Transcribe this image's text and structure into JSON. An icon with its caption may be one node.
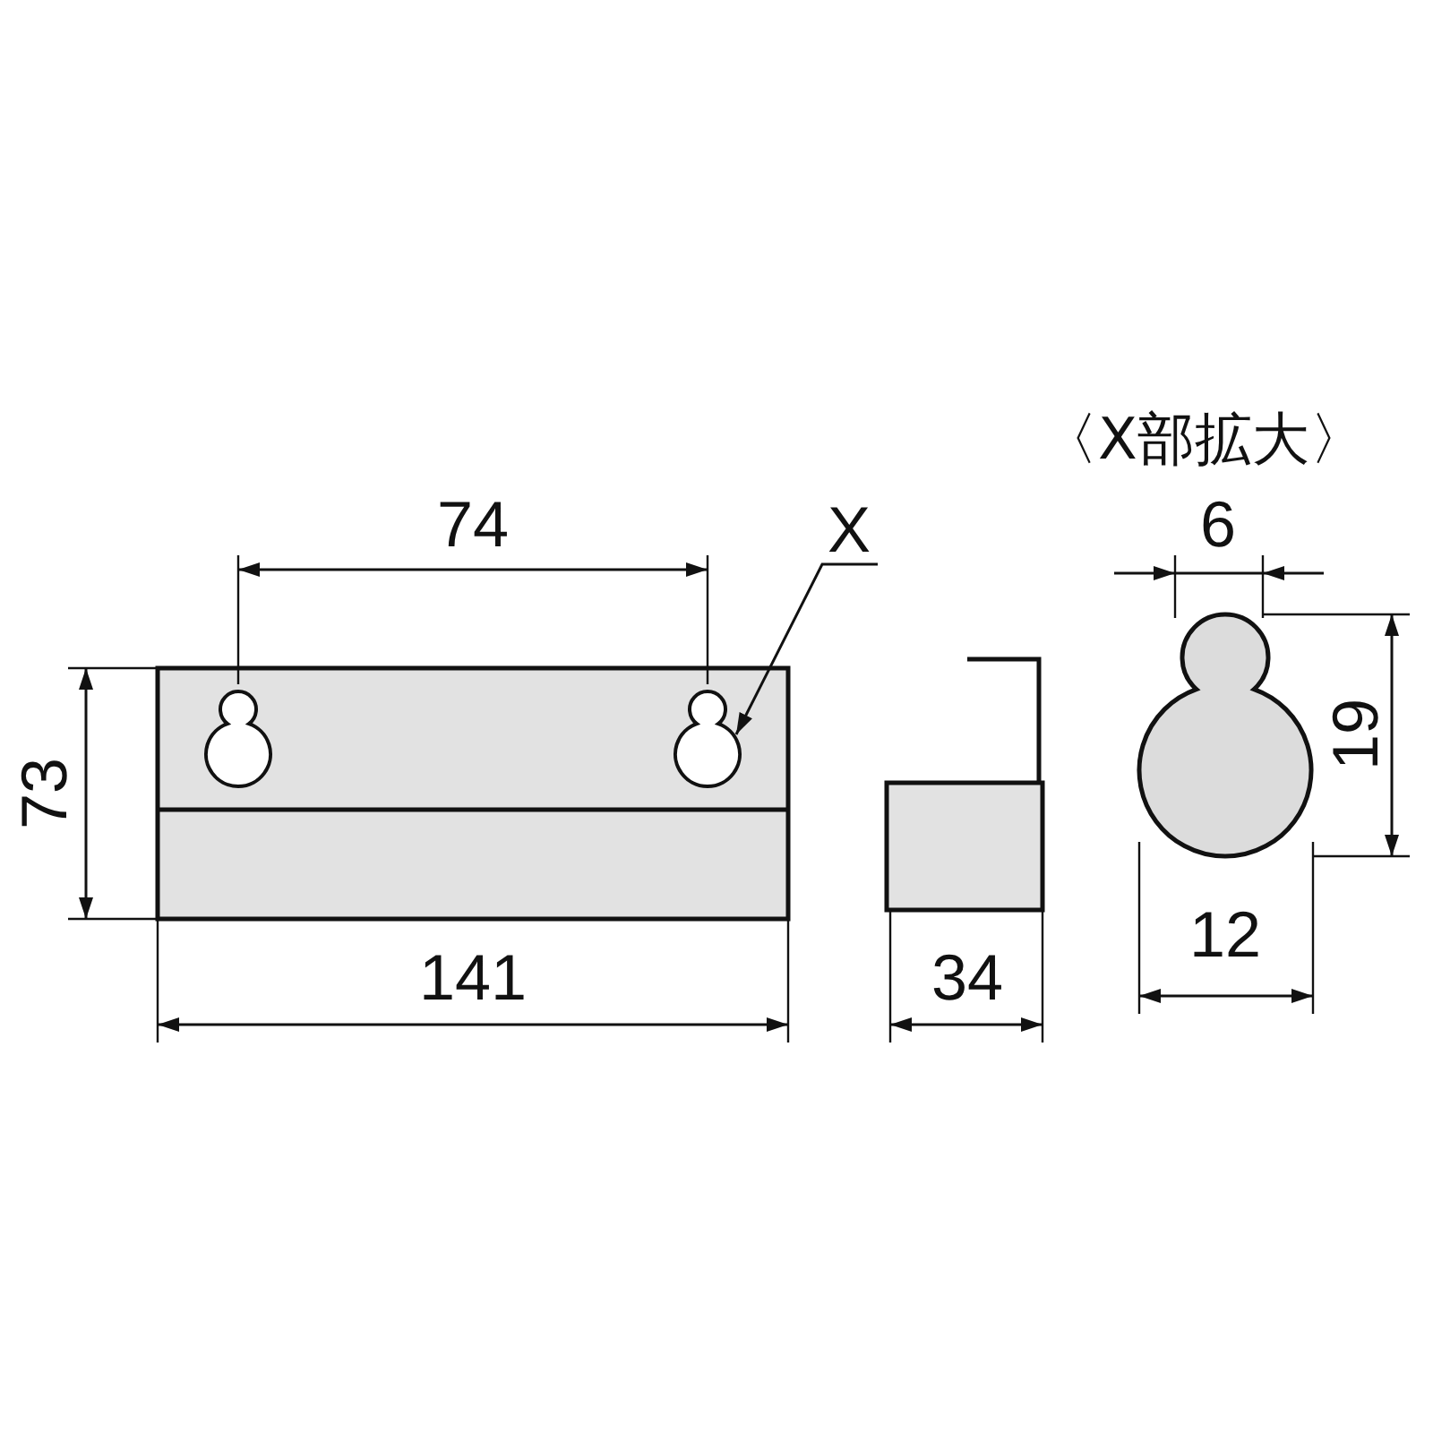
{
  "diagram": {
    "nodes": [
      {
        "text": [
          "X"
        ]
      },
      {
        "text": [],
        "shape": "keyhole"
      }
    ],
    "edges": [
      {
        "from": 0,
        "to": 1,
        "arrow": "to"
      }
    ],
    "labels": [
      "〈X部拡大〉",
      "74",
      "73",
      "141",
      "34",
      "6",
      "19",
      "12"
    ]
  }
}
